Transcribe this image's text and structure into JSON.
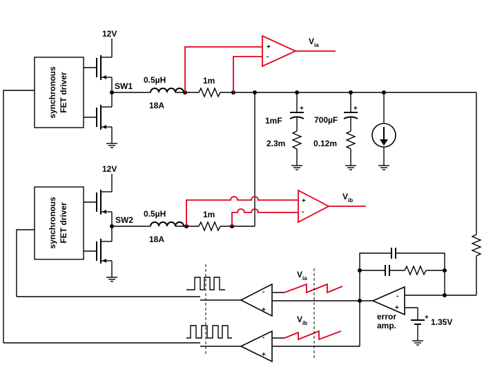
{
  "phase_a": {
    "supply": "12V",
    "driver_line1": "synchronous",
    "driver_line2": "FET driver",
    "switch_node": "SW1",
    "inductor_value": "0.5µH",
    "inductor_current": "18A",
    "sense_resistor": "1m",
    "sense_amp_output": "V",
    "sense_amp_output_sub": "ia"
  },
  "phase_b": {
    "supply": "12V",
    "driver_line1": "synchronous",
    "driver_line2": "FET driver",
    "switch_node": "SW2",
    "inductor_value": "0.5µH",
    "inductor_current": "18A",
    "sense_resistor": "1m",
    "sense_amp_output": "V",
    "sense_amp_output_sub": "ib"
  },
  "output_filter": {
    "cap1_value": "1mF",
    "cap1_esr": "2.3m",
    "cap2_value": "700µF",
    "cap2_esr": "0.12m"
  },
  "control": {
    "error_amp_line1": "error",
    "error_amp_line2": "amp.",
    "reference": "1.35V",
    "ramp_a_label": "V",
    "ramp_a_sub": "ia",
    "ramp_b_label": "V",
    "ramp_b_sub": "ib"
  },
  "colors": {
    "current_sense": "#e0001b",
    "circuit": "#000000"
  }
}
